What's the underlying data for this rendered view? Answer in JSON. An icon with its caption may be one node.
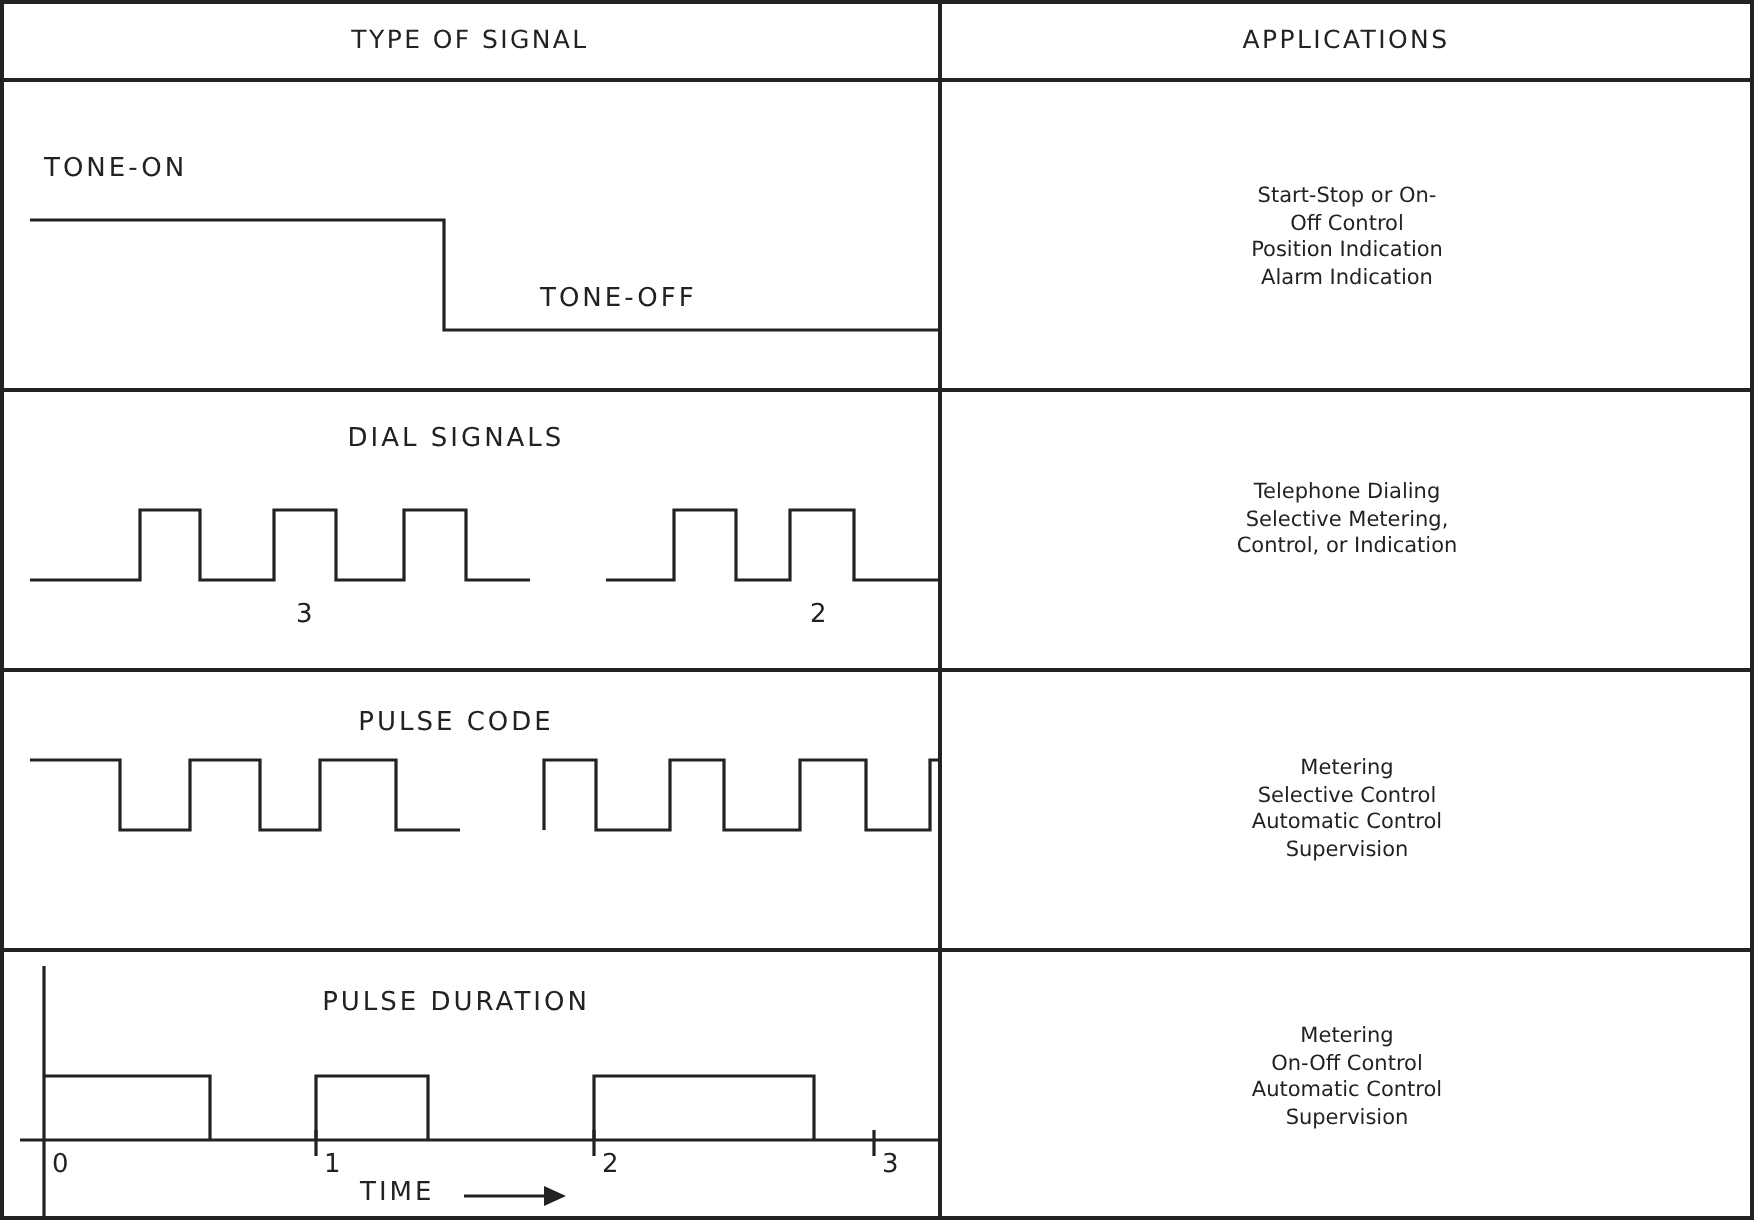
{
  "diagram": {
    "labels": [
      "TYPE OF SIGNAL",
      "APPLICATIONS",
      "TONE-ON",
      "TONE-OFF",
      "Start-Stop or On-Off Control",
      "Position Indication",
      "Alarm Indication",
      "DIAL SIGNALS",
      "3",
      "2",
      "Telephone Dialing",
      "Selective Metering, Control, or Indication",
      "PULSE CODE",
      "Metering",
      "Selective Control",
      "Automatic Control",
      "Supervision",
      "PULSE DURATION",
      "0",
      "1",
      "2",
      "3",
      "TIME",
      "Metering",
      "On-Off Control",
      "Automatic Control",
      "Supervision"
    ]
  }
}
